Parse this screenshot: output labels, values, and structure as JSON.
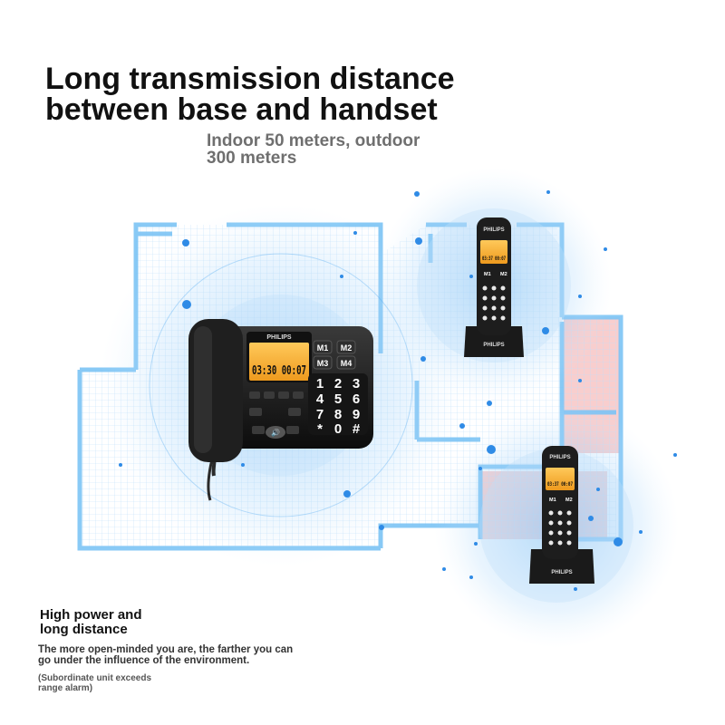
{
  "headline": "Long transmission distance\n between base and handset",
  "subheadline": "Indoor 50 meters, outdoor\n 300 meters",
  "feature": {
    "title": "High power and\n long distance",
    "description": "The more open-minded you are, the farther you can\n go under the influence of the environment.",
    "note": "(Subordinate unit exceeds\n range alarm)"
  },
  "base_phone": {
    "brand": "PHILIPS",
    "display": "03:30 00:07",
    "memory_keys": [
      "M1",
      "M2",
      "M3",
      "M4"
    ],
    "keypad": [
      "1",
      "2",
      "3",
      "4",
      "5",
      "6",
      "7",
      "8",
      "9",
      "*",
      "0",
      "#"
    ]
  },
  "handset": {
    "brand": "PHILIPS",
    "display": "03:37 00:07",
    "memory_keys": [
      "M1",
      "M2"
    ]
  },
  "colors": {
    "signal_blue": "#4aa6f2",
    "floor_plan": "#7cc4f5",
    "alarm_zone": "#f2a6a6",
    "lcd": "#f5b13a"
  }
}
